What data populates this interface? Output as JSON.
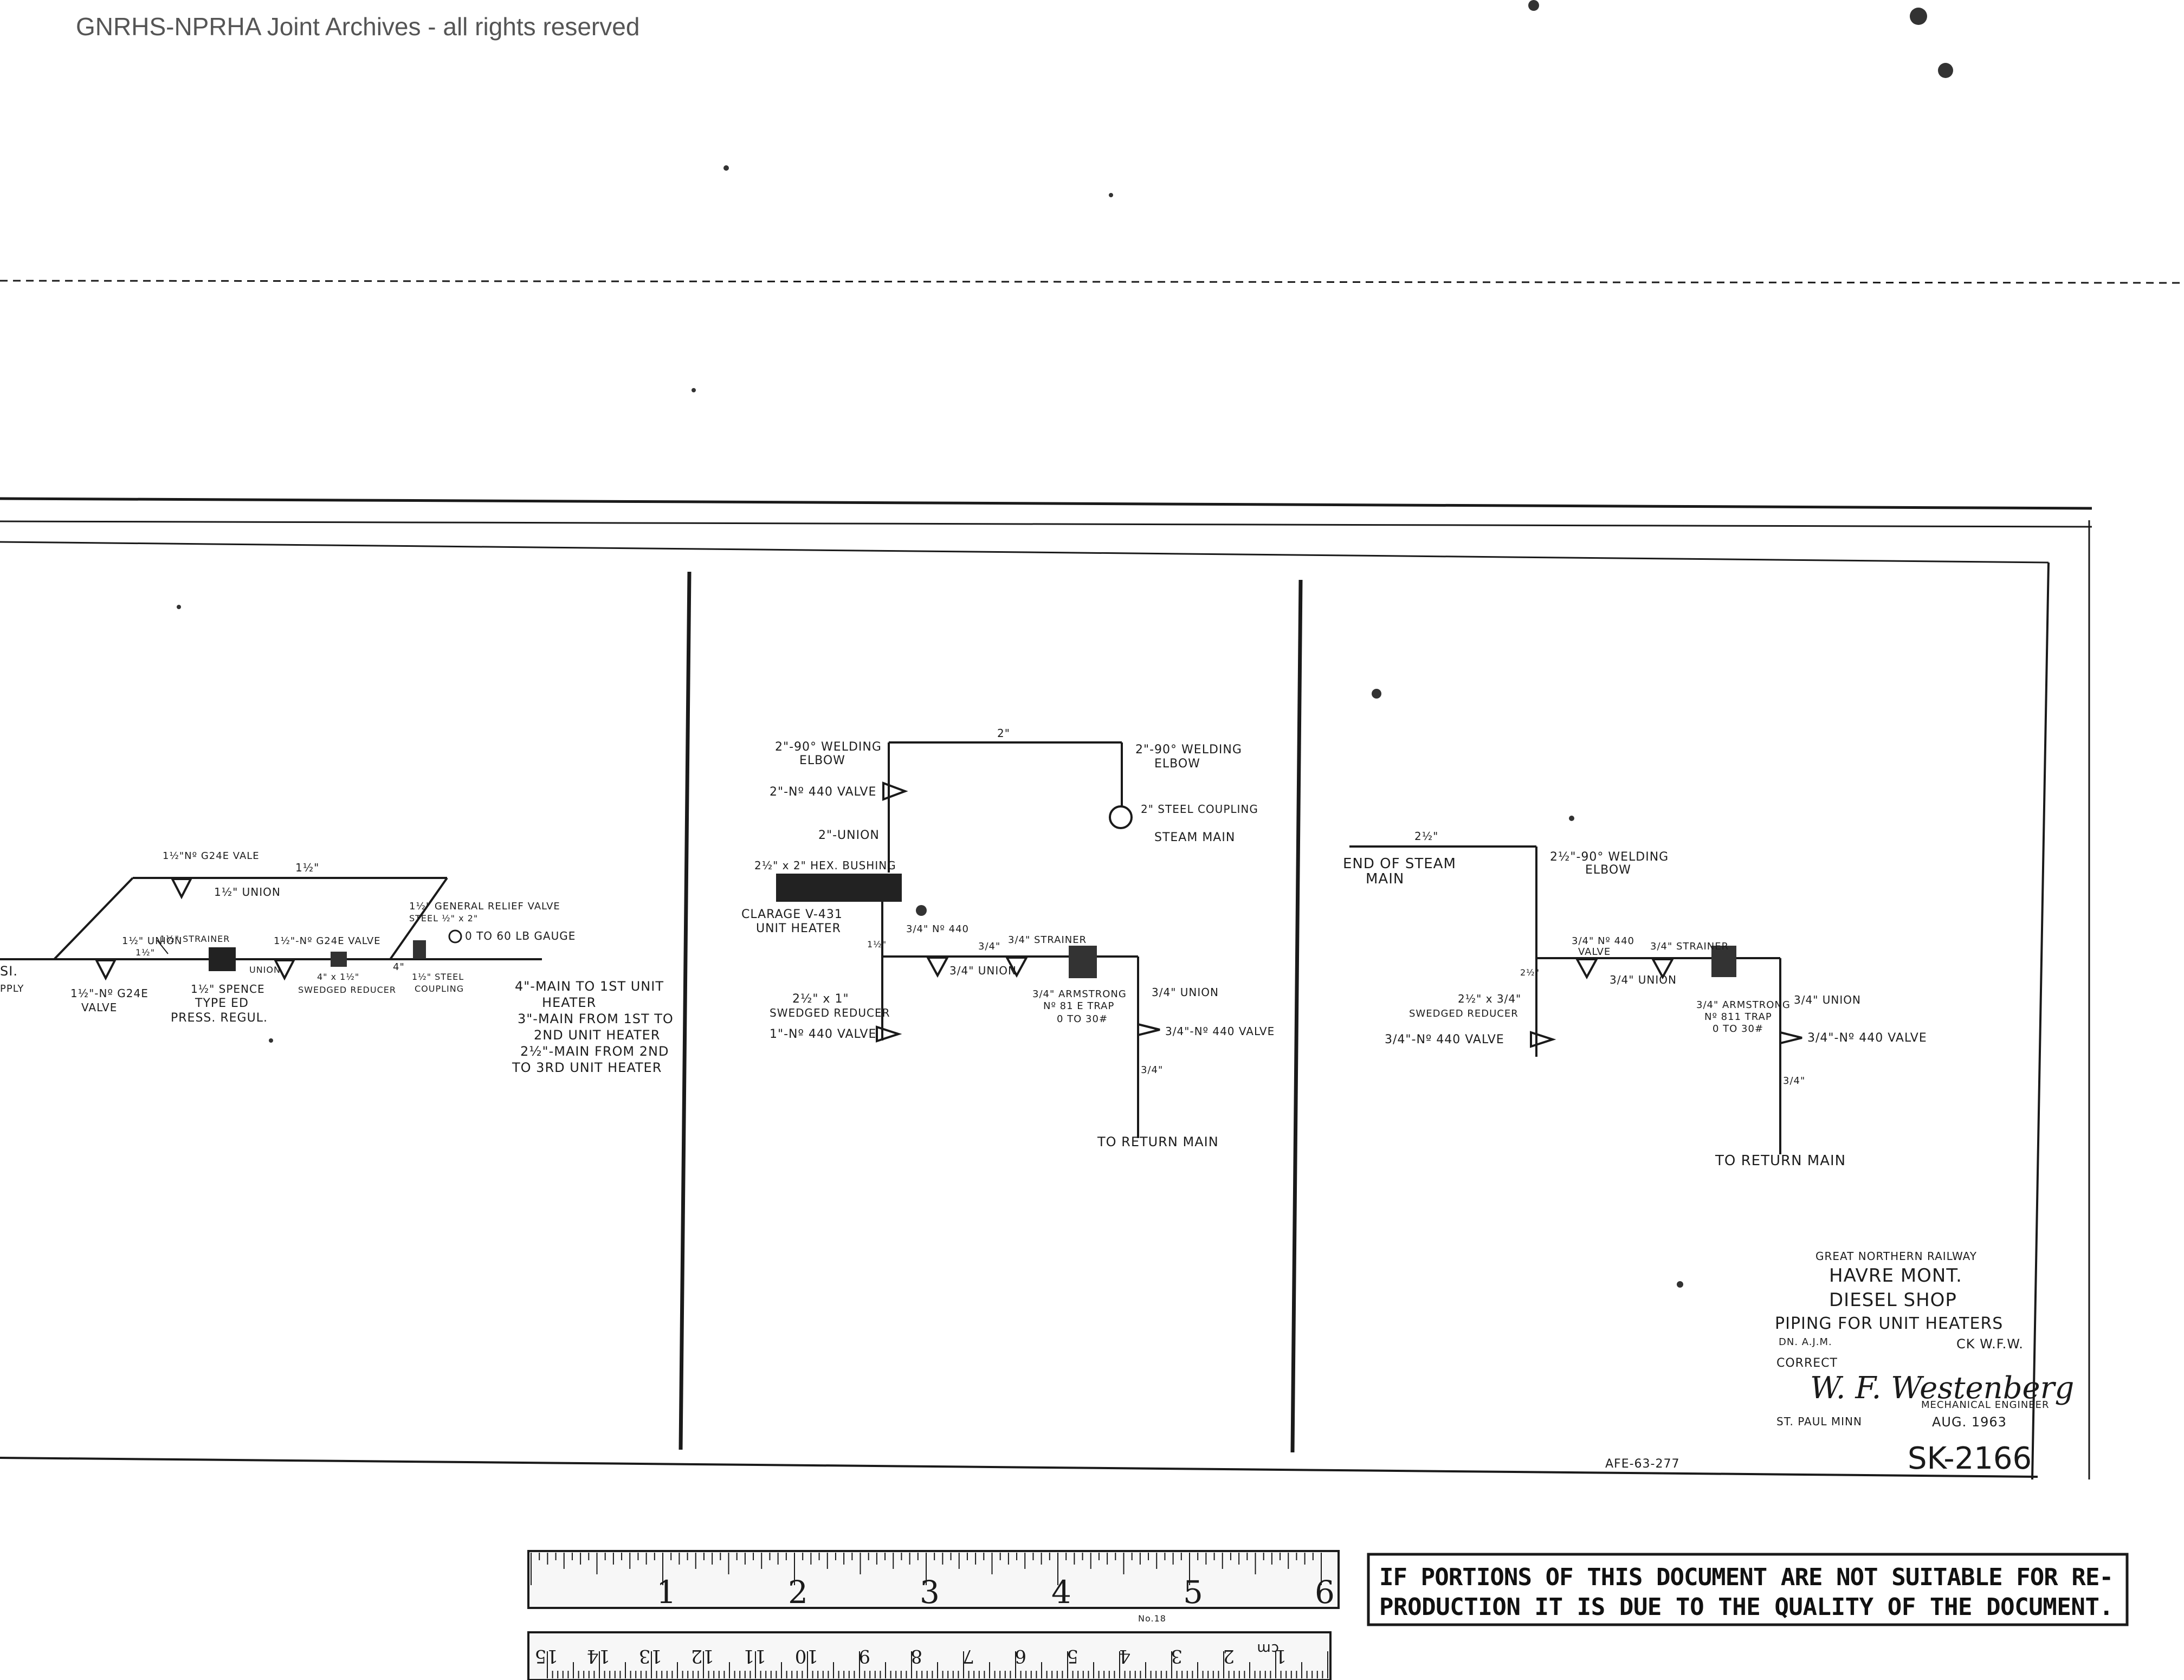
{
  "watermark": "GNRHS-NPRHA Joint Archives - all rights reserved",
  "panel_left": {
    "supply_fragment": "SI.",
    "supply_fragment2": "PPLY",
    "bypass_valve": "1½\"Nº G24E VALE",
    "bypass_union": "1½\" UNION",
    "bypass_size": "1½\"",
    "relief_valve": "1½\" GENERAL RELIEF VALVE",
    "relief_valve_sub": "STEEL ½\" x 2\"",
    "gauge": "0 TO 60 LB GAUGE",
    "strainer": "1½\" STRAINER",
    "union_a": "1½\" UNION",
    "size_a": "1½\"",
    "valve_a": "1½\"-Nº G24E",
    "valve_a2": "VALVE",
    "regulator_1": "1½\" SPENCE",
    "regulator_2": "TYPE ED",
    "regulator_3": "PRESS. REGUL.",
    "union_b": "UNION",
    "valve_b": "1½\"-Nº G24E VALVE",
    "reducer_size": "4\" x 1½\"",
    "reducer": "SWEDGED REDUCER",
    "size_4": "4\"",
    "coupling_1": "1½\" STEEL",
    "coupling_2": "COUPLING",
    "note_1": "4\"-MAIN TO 1ST UNIT",
    "note_2": "HEATER",
    "note_3": "3\"-MAIN FROM 1ST TO",
    "note_4": "2ND UNIT HEATER",
    "note_5": "2½\"-MAIN FROM 2ND",
    "note_6": "TO 3RD UNIT HEATER"
  },
  "panel_mid": {
    "elbow_left_1": "2\"-90° WELDING",
    "elbow_left_2": "ELBOW",
    "top_size": "2\"",
    "elbow_right_1": "2\"-90° WELDING",
    "elbow_right_2": "ELBOW",
    "valve_top": "2\"-Nº 440 VALVE",
    "coupling": "2\" STEEL COUPLING",
    "steam_main": "STEAM MAIN",
    "union": "2\"-UNION",
    "bushing": "2½\" x 2\" HEX. BUSHING",
    "heater_1": "CLARAGE V-431",
    "heater_2": "UNIT HEATER",
    "valve_mid": "3/4\" Nº 440",
    "size_mid": "1½\"",
    "size_34": "3/4\"",
    "strainer": "3/4\" STRAINER",
    "union_34": "3/4\" UNION",
    "trap_1": "3/4\" ARMSTRONG",
    "trap_2": "Nº 81 E TRAP",
    "trap_3": "0 TO 30#",
    "reducer_1": "2½\" x 1\"",
    "reducer_2": "SWEDGED REDUCER",
    "union_r": "3/4\" UNION",
    "valve_r": "3/4\"-Nº 440 VALVE",
    "size_r": "3/4\"",
    "valve_bot": "1\"-Nº 440 VALVE",
    "return": "TO RETURN MAIN"
  },
  "panel_right": {
    "end_1": "END OF STEAM",
    "end_2": "MAIN",
    "top_size": "2½\"",
    "elbow_1": "2½\"-90° WELDING",
    "elbow_2": "ELBOW",
    "valve_1": "3/4\" Nº 440",
    "valve_2": "VALVE",
    "strainer": "3/4\" STRAINER",
    "union": "3/4\" UNION",
    "size_a": "2½\"",
    "trap_1": "3/4\" ARMSTRONG",
    "trap_2": "Nº 811 TRAP",
    "trap_3": "0 TO 30#",
    "union_r": "3/4\" UNION",
    "reducer_1": "2½\" x 3/4\"",
    "reducer_2": "SWEDGED REDUCER",
    "valve_r": "3/4\"-Nº 440 VALVE",
    "valve_bot": "3/4\"-Nº 440 VALVE",
    "size_r": "3/4\"",
    "return": "TO RETURN MAIN"
  },
  "title_block": {
    "railway": "GREAT NORTHERN RAILWAY",
    "line1": "HAVRE MONT.",
    "line2": "DIESEL SHOP",
    "line3": "PIPING FOR UNIT HEATERS",
    "dn": "DN. A.J.M.",
    "ck": "CK W.F.W.",
    "correct": "CORRECT",
    "signature": "W. F. Westenberg",
    "title": "MECHANICAL ENGINEER",
    "city": "ST. PAUL MINN",
    "date": "AUG. 1963",
    "afe": "AFE-63-277",
    "sheet": "SK-2166"
  },
  "ruler": {
    "inches": [
      "1",
      "2",
      "3",
      "4",
      "5",
      "6"
    ],
    "cm": [
      "1",
      "2",
      "3",
      "4",
      "5",
      "6",
      "7",
      "8",
      "9",
      "10",
      "11",
      "12",
      "13",
      "14",
      "15"
    ],
    "cm_unit": "cm",
    "brand": "No.18"
  },
  "notice": {
    "line1": "IF PORTIONS OF THIS DOCUMENT ARE NOT SUITABLE FOR RE-",
    "line2": "PRODUCTION IT IS DUE TO THE QUALITY OF THE DOCUMENT."
  }
}
